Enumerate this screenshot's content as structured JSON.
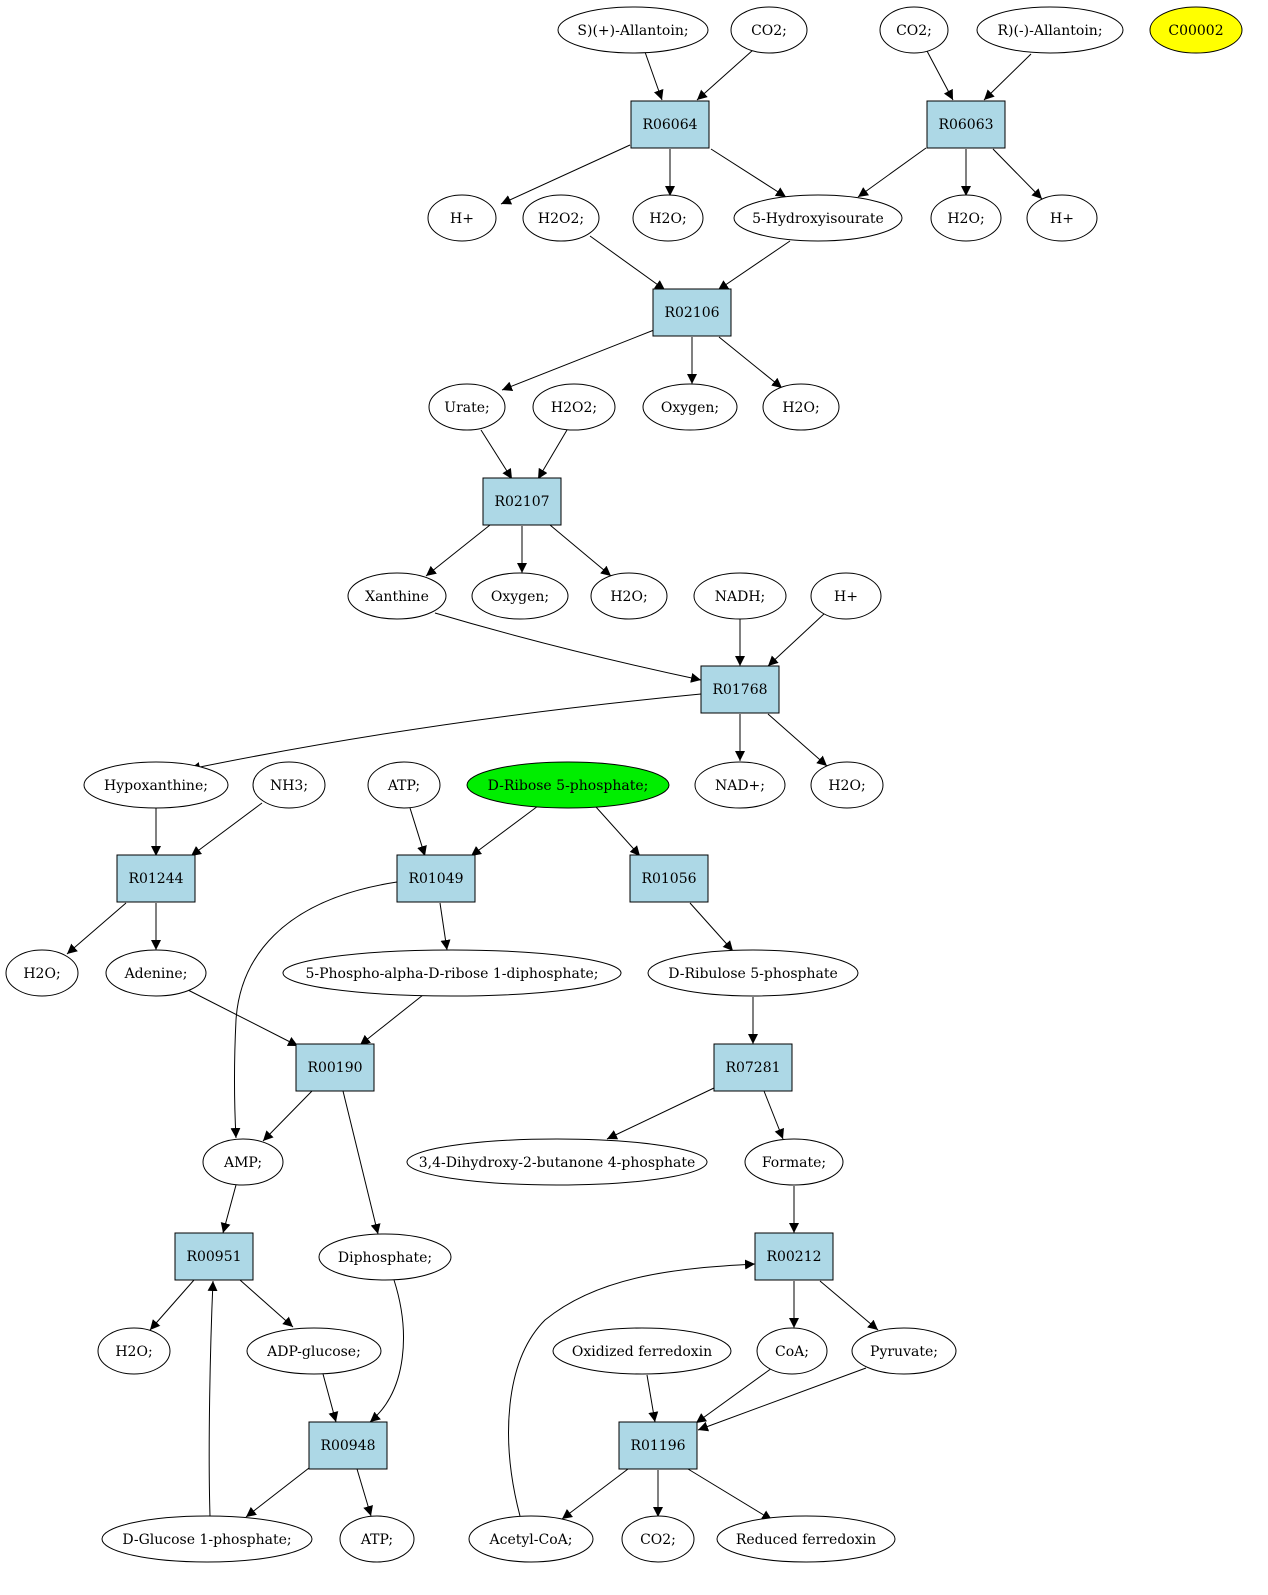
{
  "reactions": {
    "R06064": "R06064",
    "R06063": "R06063",
    "R02106": "R02106",
    "R02107": "R02107",
    "R01768": "R01768",
    "R01244": "R01244",
    "R01049": "R01049",
    "R01056": "R01056",
    "R00190": "R00190",
    "R07281": "R07281",
    "R00951": "R00951",
    "R00212": "R00212",
    "R00948": "R00948",
    "R01196": "R01196"
  },
  "compounds": {
    "s_allantoin": "S)(+)-Allantoin;",
    "co2_a": "CO2;",
    "co2_b": "CO2;",
    "r_allantoin": "R)(-)-Allantoin;",
    "c00002": "C00002",
    "hplus_a": "H+",
    "h2o2_a": "H2O2;",
    "h2o_a": "H2O;",
    "hydroxyisourate": "5-Hydroxyisourate",
    "h2o_b": "H2O;",
    "hplus_b": "H+",
    "urate": "Urate;",
    "h2o2_b": "H2O2;",
    "oxygen_a": "Oxygen;",
    "h2o_c": "H2O;",
    "xanthine": "Xanthine",
    "oxygen_b": "Oxygen;",
    "h2o_d": "H2O;",
    "nadh": "NADH;",
    "hplus_c": "H+",
    "hypoxanthine": "Hypoxanthine;",
    "nh3": "NH3;",
    "atp_a": "ATP;",
    "ribose5p": "D-Ribose 5-phosphate;",
    "nadplus": "NAD+;",
    "h2o_e": "H2O;",
    "h2o_f": "H2O;",
    "adenine": "Adenine;",
    "prpp": "5-Phospho-alpha-D-ribose 1-diphosphate;",
    "ribulose5p": "D-Ribulose 5-phosphate",
    "amp": "AMP;",
    "dhbp": "3,4-Dihydroxy-2-butanone 4-phosphate",
    "formate": "Formate;",
    "diphosphate": "Diphosphate;",
    "h2o_g": "H2O;",
    "adpglucose": "ADP-glucose;",
    "oxferredoxin": "Oxidized ferredoxin",
    "coa": "CoA;",
    "pyruvate": "Pyruvate;",
    "glucose1p": "D-Glucose 1-phosphate;",
    "atp_b": "ATP;",
    "acetylcoa": "Acetyl-CoA;",
    "co2_c": "CO2;",
    "redferredoxin": "Reduced ferredoxin"
  },
  "colors": {
    "reaction_fill": "#add8e6",
    "highlight_green": "#00ee00",
    "highlight_yellow": "#ffff00"
  }
}
